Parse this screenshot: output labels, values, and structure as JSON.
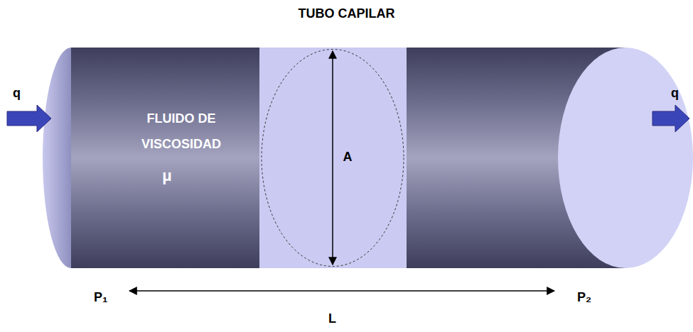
{
  "diagram": {
    "title": "TUBO CAPILAR",
    "nodes": [
      {
        "text": [
          "FLUIDO DE VISCOSIDAD",
          "μ"
        ]
      },
      {
        "text": [
          "A"
        ],
        "in": 0
      }
    ],
    "labels": [
      "q",
      "q",
      "P₁",
      "P₂",
      "L"
    ]
  }
}
